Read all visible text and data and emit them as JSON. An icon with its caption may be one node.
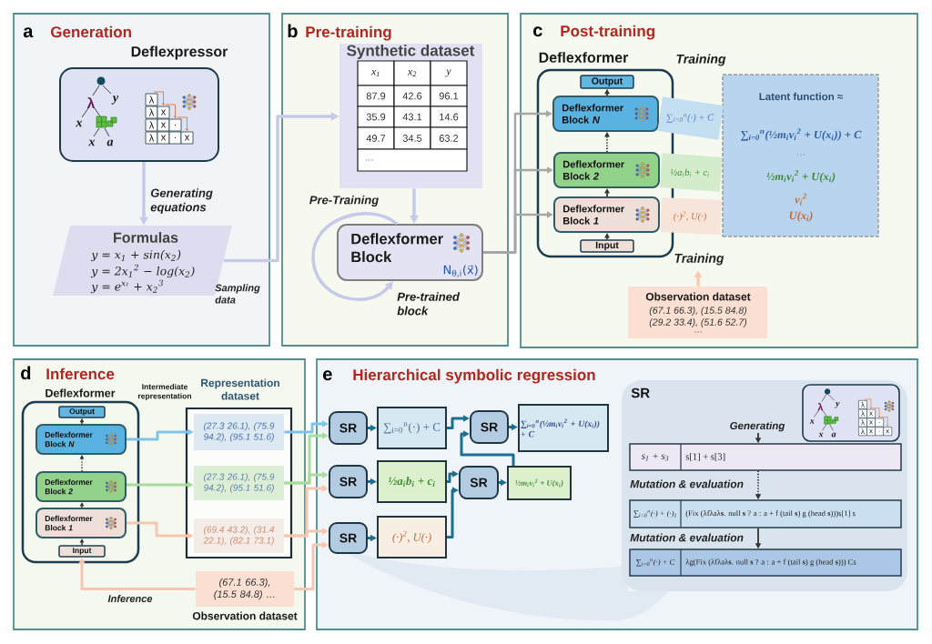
{
  "diagram": {
    "nodes": [
      {
        "text": [
          "a",
          "Generation"
        ]
      },
      {
        "text": [
          "Deflexpressor",
          "λ",
          "y",
          "x",
          "x",
          "a",
          "λ",
          "λ",
          "x",
          "λ",
          "x",
          ".",
          "λ",
          "x",
          ".",
          "x"
        ],
        "in": 0
      },
      {
        "text": [
          "Formulas",
          "y = x$_{1}$ + sin(x$_{2}$)",
          "y = 2x$_{1}$$^{2}$ − log(x$_{2}$)",
          "y = e$^{x₁}$ + x$_{2}$$^{3}$"
        ],
        "in": 0
      },
      {
        "text": [
          "b",
          "Pre-training"
        ]
      },
      {
        "text": [
          "Synthetic dataset",
          "x$_{1}$",
          "x$_{2}$",
          "y",
          "87.9",
          "42.6",
          "96.1",
          "35.9",
          "43.1",
          "14.6",
          "49.7",
          "34.5",
          "63.2",
          "..."
        ],
        "in": 3
      },
      {
        "text": [
          "Deflexformer Block",
          "N$_{θ,i}$(x⃗)"
        ],
        "in": 3
      },
      {
        "text": [
          "c",
          "Post-training"
        ]
      },
      {
        "text": [
          "Deflexformer"
        ],
        "in": 6
      },
      {
        "text": [
          "Output"
        ],
        "in": 7
      },
      {
        "text": [
          "Deflexformer Block *N*"
        ],
        "in": 7
      },
      {
        "text": [
          "Deflexformer Block *2*"
        ],
        "in": 7
      },
      {
        "text": [
          "Deflexformer Block *1*"
        ],
        "in": 7
      },
      {
        "text": [
          "Input"
        ],
        "in": 7
      },
      {
        "text": [
          "Latent function ≈",
          "∑$_{i=0}$$^{n}$(½m$_{i}$v$_{i}$$^{2}$ + U(x$_{i}$)) + C",
          "…",
          "½m$_{i}$v$_{i}$$^{2}$ + U(x$_{i}$)",
          "v$_{i}$$^{2}$",
          "U(x$_{i}$)"
        ],
        "in": 6
      },
      {
        "text": [
          "Observation dataset",
          "(67.1 66.3), (15.5 84.8)",
          "(29.2 33.4), (51.6 52.7)",
          "…"
        ],
        "in": 6
      },
      {
        "text": [
          "d",
          "Inference"
        ]
      },
      {
        "text": [
          "Deflexformer"
        ],
        "in": 15
      },
      {
        "text": [
          "Output"
        ],
        "in": 16
      },
      {
        "text": [
          "Deflexformer Block *N*"
        ],
        "in": 16
      },
      {
        "text": [
          "Deflexformer Block *2*"
        ],
        "in": 16
      },
      {
        "text": [
          "Deflexformer Block *1*"
        ],
        "in": 16
      },
      {
        "text": [
          "Input"
        ],
        "in": 16
      },
      {
        "text": [
          "Representation dataset"
        ],
        "in": 15
      },
      {
        "text": [
          "(27.3 26.1), (75.9 94.2), (95.1 51.6)"
        ],
        "in": 22
      },
      {
        "text": [
          "(27.3 26.1), (75.9 94.2), (95.1 51.6)"
        ],
        "in": 22
      },
      {
        "text": [
          "(69.4 43.2), (31.4 22.1), (82.1 73.1)"
        ],
        "in": 22
      },
      {
        "text": [
          "(67.1 66.3), (15.5 84.8) …",
          "Observation dataset"
        ],
        "in": 15
      },
      {
        "text": [
          "e",
          "Hierarchical symbolic regression"
        ]
      },
      {
        "text": [
          "SR"
        ],
        "in": 27
      },
      {
        "text": [
          "∑$_{i=0}$$^{n}$(·) + C"
        ],
        "in": 27
      },
      {
        "text": [
          "SR"
        ],
        "in": 27
      },
      {
        "text": [
          "∑$_{i=0}$$^{n}$(½m$_{i}$v$_{i}$$^{2}$ + U(x$_{i}$)) + C"
        ],
        "in": 27
      },
      {
        "text": [
          "SR"
        ],
        "in": 27
      },
      {
        "text": [
          "½a$_{i}$b$_{i}$ + c$_{i}$"
        ],
        "in": 27
      },
      {
        "text": [
          "SR"
        ],
        "in": 27
      },
      {
        "text": [
          "½m$_{i}$v$_{i}$$^{2}$ + U(x$_{i}$)"
        ],
        "in": 27
      },
      {
        "text": [
          "SR"
        ],
        "in": 27
      },
      {
        "text": [
          "(·)$^{2}$, U(·)"
        ],
        "in": 27
      },
      {
        "text": [
          "SR"
        ],
        "in": 27
      },
      {
        "text": [
          "λ",
          "y",
          "x",
          "x",
          "a",
          "λ",
          "λ",
          "x",
          "λ",
          "x",
          ".",
          "λ",
          "x",
          ".",
          "x"
        ],
        "in": 38
      },
      {
        "text": [
          "s$_{1}$ + s$_{3}$",
          "s[1] + s[3]"
        ],
        "in": 38
      },
      {
        "text": [
          "∑$_{i=0}$$^{n}$(·) + (·)$_{1}$",
          "(Fix (λfλaλ**s**. null **s** ? a : a + f (tail **s**) g (head **s**)))s[1] s"
        ],
        "in": 38
      },
      {
        "text": [
          "∑$_{i=0}$$^{n}$(·) + C",
          "λg(Fix (λfλaλ**s**. null **s** ? a : a + f (tail **s**) g (head **s**))) Cs"
        ],
        "in": 38
      }
    ],
    "edges": [
      {
        "from": 1,
        "to": 2,
        "arrow": "to",
        "label": "Generating equations",
        "color": "#c5cae9"
      },
      {
        "from": 2,
        "to": 4,
        "arrow": "to",
        "label": "Sampling data",
        "color": "#c5cae9"
      },
      {
        "from": 4,
        "to": 5,
        "arrow": "to",
        "color": "#c5cae9"
      },
      {
        "from": 5,
        "to": 5,
        "arrow": "to",
        "label": "Pre-Training",
        "color": "#c5cae9"
      },
      {
        "from": 5,
        "to": 9,
        "arrow": "to",
        "color": "#a6a6a6"
      },
      {
        "from": 5,
        "to": 10,
        "arrow": "to",
        "color": "#a6a6a6"
      },
      {
        "from": 5,
        "to": 11,
        "arrow": "to",
        "color": "#a6a6a6"
      },
      {
        "from": 12,
        "to": 11,
        "arrow": "to"
      },
      {
        "from": 11,
        "to": 10,
        "arrow": "to"
      },
      {
        "from": 10,
        "to": 9,
        "arrow": "to",
        "style": "dashed"
      },
      {
        "from": 9,
        "to": 8,
        "arrow": "to"
      },
      {
        "from": 9,
        "to": 13,
        "arrow": "none",
        "label": "∑$_{i=0}$$^{n}$(·) + C",
        "style": "thick",
        "color": "#c4def2"
      },
      {
        "from": 10,
        "to": 13,
        "arrow": "none",
        "label": "½a$_{i}$b$_{i}$ + c$_{i}$",
        "style": "thick",
        "color": "#d4ebcc"
      },
      {
        "from": 11,
        "to": 13,
        "arrow": "none",
        "label": "(·)$^{2}$, U(·)",
        "style": "thick",
        "color": "#f7e5dc"
      },
      {
        "from": 14,
        "to": null,
        "arrow": "to",
        "label": "Training",
        "color": "#f7c9b4"
      },
      {
        "from": 21,
        "to": 20,
        "arrow": "to"
      },
      {
        "from": 20,
        "to": 19,
        "arrow": "to"
      },
      {
        "from": 19,
        "to": 18,
        "arrow": "to",
        "style": "dashed"
      },
      {
        "from": 18,
        "to": 17,
        "arrow": "to"
      },
      {
        "from": 18,
        "to": 23,
        "arrow": "to",
        "color": "#7ec4ea"
      },
      {
        "from": 19,
        "to": 24,
        "arrow": "to",
        "color": "#a8dc9b"
      },
      {
        "from": 20,
        "to": 25,
        "arrow": "to",
        "color": "#f6c6b0"
      },
      {
        "from": 26,
        "to": 21,
        "arrow": "to",
        "label": "Inference",
        "color": "#f6c6b0"
      },
      {
        "from": 23,
        "to": 28,
        "arrow": "to",
        "color": "#7ec4ea"
      },
      {
        "from": 24,
        "to": 28,
        "arrow": "to",
        "color": "#a8dc9b"
      },
      {
        "from": 24,
        "to": 32,
        "arrow": "to",
        "color": "#a8dc9b"
      },
      {
        "from": 25,
        "to": 32,
        "arrow": "to",
        "color": "#f6c6b0"
      },
      {
        "from": 25,
        "to": 36,
        "arrow": "to",
        "color": "#f6c6b0"
      },
      {
        "from": 26,
        "to": 36,
        "arrow": "to",
        "color": "#f6c6b0"
      },
      {
        "from": 28,
        "to": 29,
        "arrow": "to",
        "color": "#1b6f8f"
      },
      {
        "from": 32,
        "to": 33,
        "arrow": "to",
        "color": "#1b6f8f"
      },
      {
        "from": 36,
        "to": 37,
        "arrow": "to",
        "color": "#1b6f8f"
      },
      {
        "from": 29,
        "to": 30,
        "arrow": "to",
        "color": "#1b6f8f"
      },
      {
        "from": 35,
        "to": 30,
        "arrow": "to",
        "color": "#1b6f8f"
      },
      {
        "from": 30,
        "to": 31,
        "arrow": "to",
        "color": "#1b6f8f"
      },
      {
        "from": 33,
        "to": 34,
        "arrow": "to",
        "color": "#1b6f8f"
      },
      {
        "from": 37,
        "to": 34,
        "arrow": "to",
        "color": "#1b6f8f"
      },
      {
        "from": 34,
        "to": 35,
        "arrow": "to",
        "color": "#1b6f8f"
      },
      {
        "from": null,
        "to": 40,
        "arrow": "to",
        "label": "Generating"
      },
      {
        "from": 40,
        "to": 41,
        "arrow": "to",
        "label": "Mutation & evaluation",
        "style": "dashed"
      },
      {
        "from": 41,
        "to": 42,
        "arrow": "to",
        "label": "Mutation & evaluation"
      }
    ],
    "labels": [
      "Pre-trained block",
      "Training",
      "Intermediate representation"
    ]
  }
}
